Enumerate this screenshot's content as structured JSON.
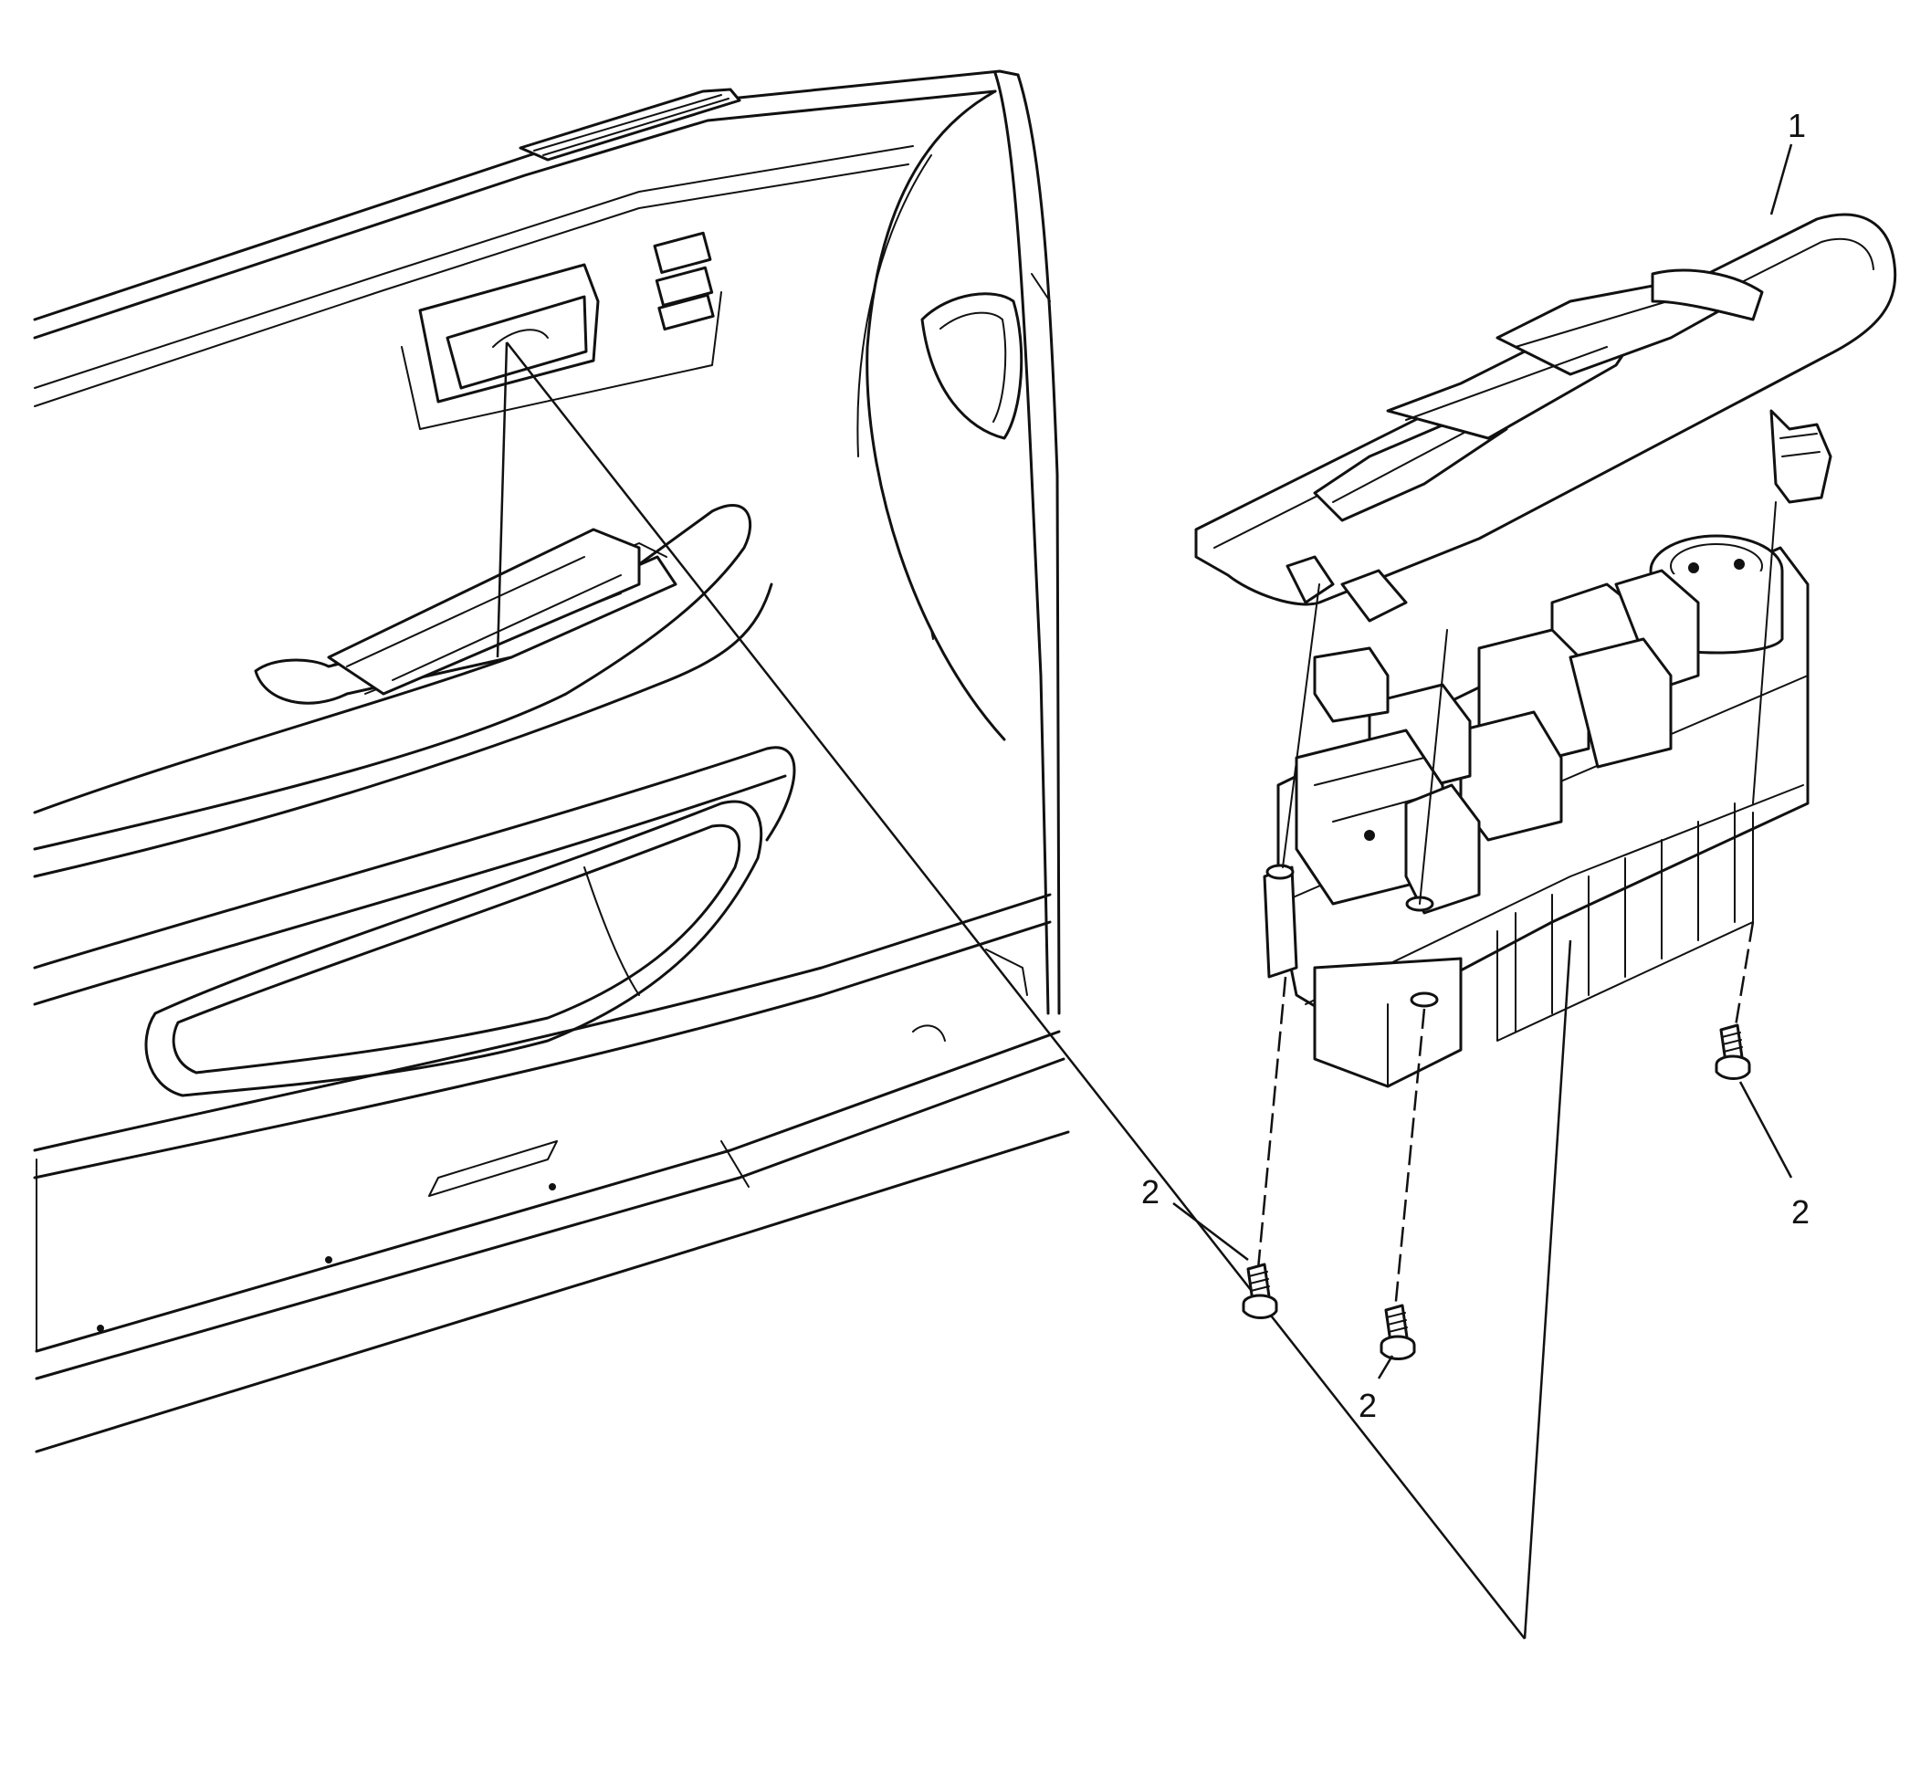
{
  "callouts": [
    {
      "id": "panel",
      "label": "1"
    },
    {
      "id": "screw-left",
      "label": "2"
    },
    {
      "id": "screw-middle",
      "label": "2"
    },
    {
      "id": "screw-right",
      "label": "2"
    }
  ],
  "colors": {
    "ink": "#111111",
    "paper": "#ffffff"
  }
}
